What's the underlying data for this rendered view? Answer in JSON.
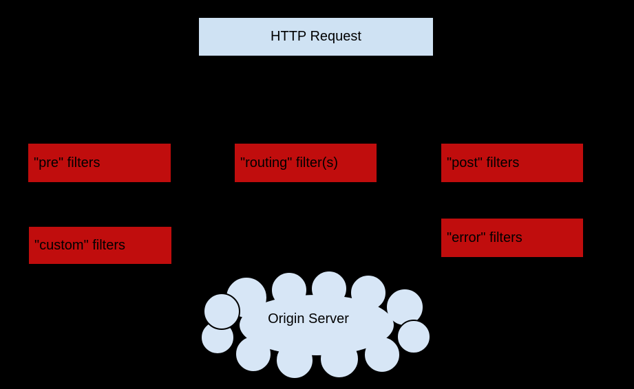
{
  "diagram": {
    "background_color": "#000000",
    "request_box": {
      "label": "HTTP Request",
      "fill": "#cfe2f3"
    },
    "filter_boxes": [
      {
        "id": "pre",
        "label": "\"pre\" filters",
        "fill": "#c00d0d"
      },
      {
        "id": "routing",
        "label": "\"routing\" filter(s)",
        "fill": "#c00d0d"
      },
      {
        "id": "post",
        "label": "\"post\" filters",
        "fill": "#c00d0d"
      },
      {
        "id": "custom",
        "label": "\"custom\" filters",
        "fill": "#c00d0d"
      },
      {
        "id": "error",
        "label": "\"error\" filters",
        "fill": "#c00d0d"
      }
    ],
    "cloud": {
      "label": "Origin Server",
      "fill": "#d7e6f6",
      "stroke": "#000000"
    }
  }
}
